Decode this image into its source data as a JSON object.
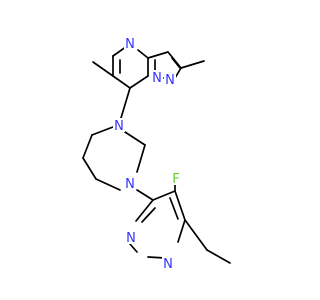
{
  "molecule": {
    "atoms": {
      "n_pyrimidine_top": "N",
      "n_bridge": "N",
      "n_pyrazole": "N",
      "n_diazepane_top": "N",
      "n_diazepane_bottom": "N",
      "f_substituent": "F",
      "n_ring_left": "N",
      "n_ring_bottom": "N"
    },
    "colors": {
      "bond": "#000000",
      "nitrogen": "#3333ff",
      "fluorine": "#66cc33"
    }
  }
}
